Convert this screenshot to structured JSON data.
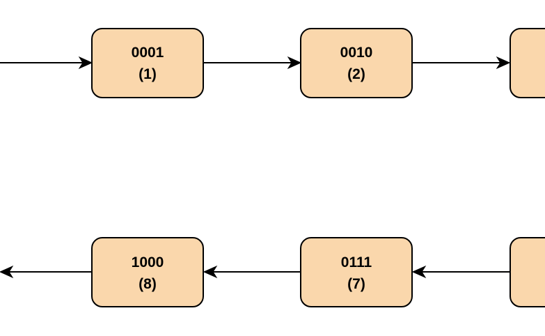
{
  "colors": {
    "node_fill": "#FAD7AC",
    "node_stroke": "#000000",
    "edge": "#000000"
  },
  "nodes": [
    {
      "id": "n1",
      "code": "0001",
      "value": "(1)"
    },
    {
      "id": "n2",
      "code": "0010",
      "value": "(2)"
    },
    {
      "id": "n3",
      "code": "",
      "value": ""
    },
    {
      "id": "n8",
      "code": "1000",
      "value": "(8)"
    },
    {
      "id": "n7",
      "code": "0111",
      "value": "(7)"
    },
    {
      "id": "n6",
      "code": "",
      "value": ""
    }
  ]
}
